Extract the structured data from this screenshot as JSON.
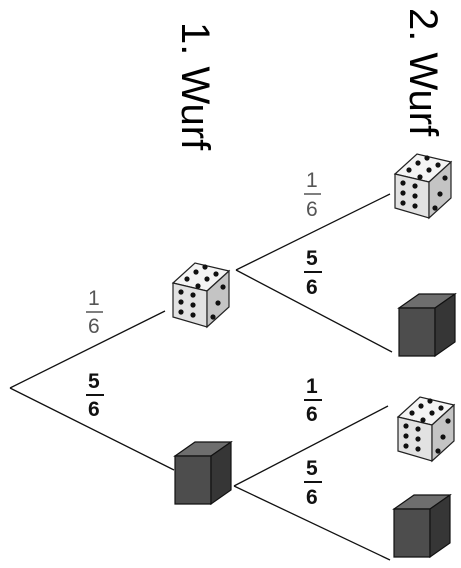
{
  "headers": {
    "first_throw": "1. Wurf",
    "second_throw": "2. Wurf"
  },
  "branches": {
    "level1_six": {
      "num": "1",
      "den": "6"
    },
    "level1_not_six": {
      "num": "5",
      "den": "6"
    },
    "level2_upper_six": {
      "num": "1",
      "den": "6"
    },
    "level2_upper_not_six": {
      "num": "5",
      "den": "6"
    },
    "level2_lower_six": {
      "num": "1",
      "den": "6"
    },
    "level2_lower_not_six": {
      "num": "5",
      "den": "6"
    }
  },
  "colors": {
    "line": "#111111",
    "die_face": "#e8e8e8",
    "die_side": "#bdbdbd",
    "die_top": "#f4f4f4",
    "pip": "#111111",
    "cube_front": "#4d4d4d",
    "cube_top": "#6e6e6e",
    "cube_side": "#363636"
  },
  "icons": {
    "six": "die-six-icon",
    "not_six": "gray-cube-icon"
  }
}
